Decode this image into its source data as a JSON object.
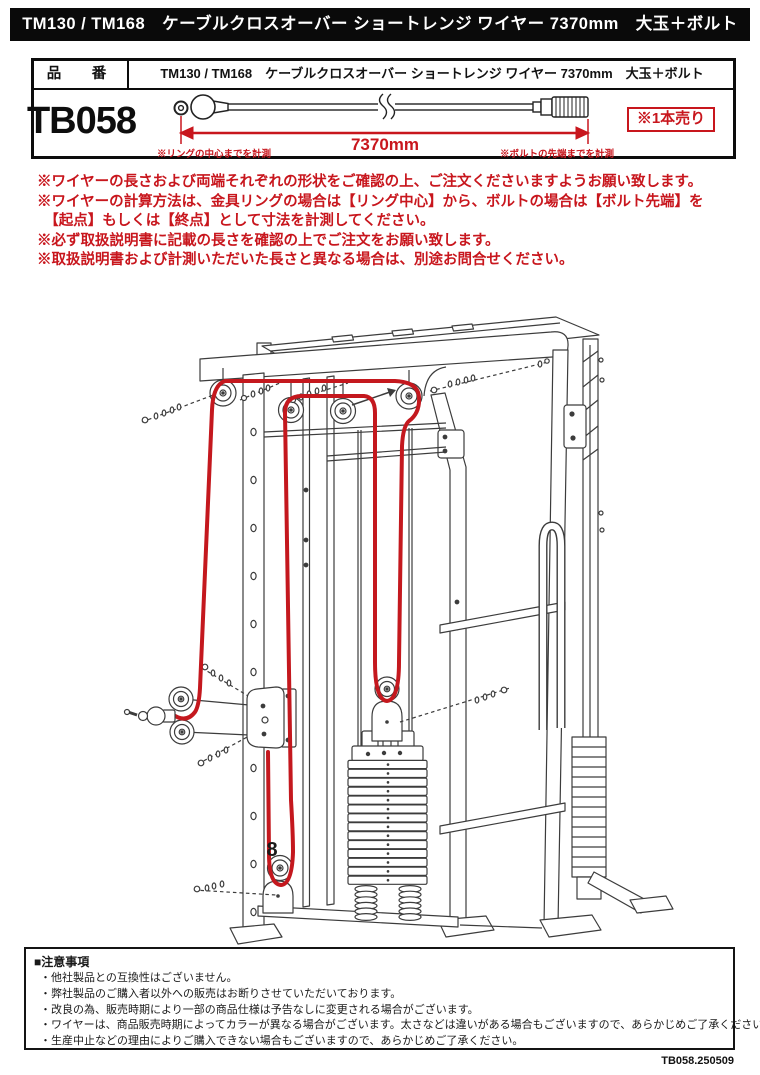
{
  "page": {
    "accent_red": "#c8161d",
    "cable_red": "#c4181e",
    "frame_gray": "#3c3c3c",
    "header_bg": "#0a0a0a"
  },
  "header": {
    "title": "TM130 / TM168　ケーブルクロスオーバー ショートレンジ ワイヤー 7370mm　大玉＋ボルト"
  },
  "spec_box": {
    "part_label": "品　番",
    "product_title": "TM130 / TM168　ケーブルクロスオーバー ショートレンジ ワイヤー 7370mm　大玉＋ボルト",
    "part_number": "TB058",
    "badge": "※1本売り",
    "dimension": "7370mm",
    "measure_left": "※リングの中心までを計測",
    "measure_right": "※ボルトの先端までを計測"
  },
  "warnings": {
    "lines": [
      "※ワイヤーの長さおよび両端それぞれの形状をご確認の上、ご注文くださいますようお願い致します。",
      "※ワイヤーの計算方法は、金具リングの場合は【リング中心】から、ボルトの場合は【ボルト先端】を",
      "　【起点】もしくは【終点】として寸法を計測してください。",
      "※必ず取扱説明書に記載の長さを確認の上でご注文をお願い致します。",
      "※取扱説明書および計測いただいた長さと異なる場合は、別途お問合せください。"
    ]
  },
  "diagram": {
    "pulley_label": "8"
  },
  "notes": {
    "title": "■注意事項",
    "items": [
      "・他社製品との互換性はございません。",
      "・弊社製品のご購入者以外への販売はお断りさせていただいております。",
      "・改良の為、販売時期により一部の商品仕様は予告なしに変更される場合がございます。",
      "・ワイヤーは、商品販売時期によってカラーが異なる場合がございます。太さなどは違いがある場合もございますので、あらかじめご了承ください。",
      "・生産中止などの理由によりご購入できない場合もございますので、あらかじめご了承ください。"
    ]
  },
  "footer": {
    "code": "TB058.250509"
  }
}
